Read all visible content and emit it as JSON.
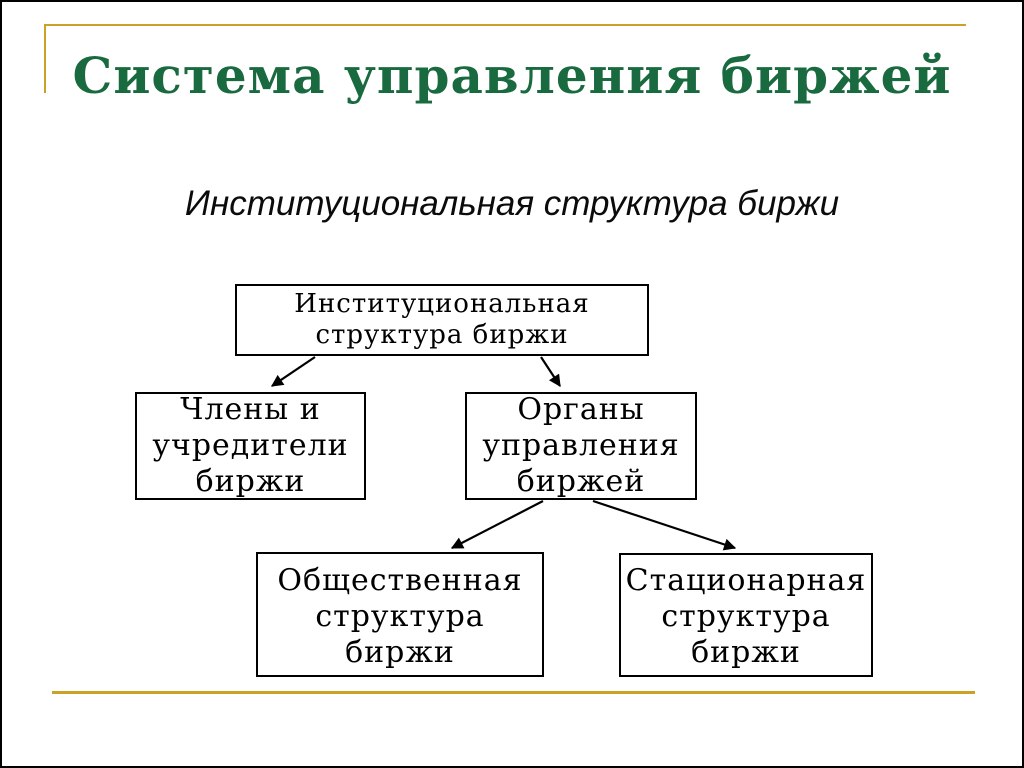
{
  "slide": {
    "title": "Система управления биржей",
    "subtitle": "Институциональная структура биржи"
  },
  "diagram": {
    "nodes": [
      {
        "id": "institutional-structure",
        "label": "Институциональная\nструктура биржи"
      },
      {
        "id": "members-founders",
        "label": "Члены и\nучредители\nбиржи"
      },
      {
        "id": "management-bodies",
        "label": "Органы\nуправления\nбиржей"
      },
      {
        "id": "public-structure",
        "label": "Общественная\nструктура\nбиржи"
      },
      {
        "id": "stationary-structure",
        "label": "Стационарная\nструктура\nбиржи"
      }
    ],
    "edges": [
      {
        "from": "institutional-structure",
        "to": "members-founders"
      },
      {
        "from": "institutional-structure",
        "to": "management-bodies"
      },
      {
        "from": "management-bodies",
        "to": "public-structure"
      },
      {
        "from": "management-bodies",
        "to": "stationary-structure"
      }
    ]
  },
  "colors": {
    "title_green": "#1a6a40",
    "accent_gold": "#c9a227",
    "box_border": "#000000",
    "background": "#ffffff"
  }
}
